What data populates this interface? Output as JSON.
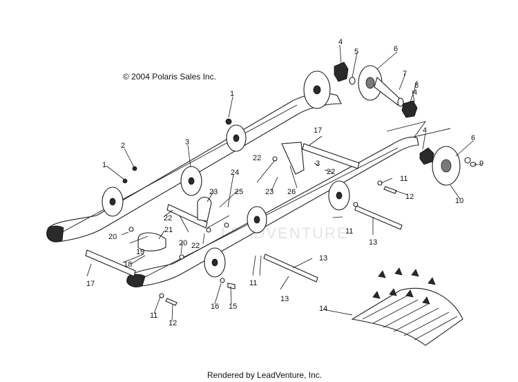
{
  "copyright": "© 2004 Polaris Sales Inc.",
  "credit": "Rendered by LeadVenture, Inc.",
  "watermark": "LEADVENTURE",
  "callouts": [
    "1",
    "1",
    "2",
    "3",
    "3",
    "4",
    "4",
    "4",
    "5",
    "6",
    "6",
    "7",
    "8",
    "9",
    "10",
    "11",
    "11",
    "11",
    "11",
    "12",
    "12",
    "13",
    "13",
    "13",
    "14",
    "15",
    "16",
    "17",
    "17",
    "18",
    "19",
    "20",
    "20",
    "21",
    "22",
    "22",
    "22",
    "22",
    "23",
    "23",
    "24",
    "25",
    "26"
  ]
}
